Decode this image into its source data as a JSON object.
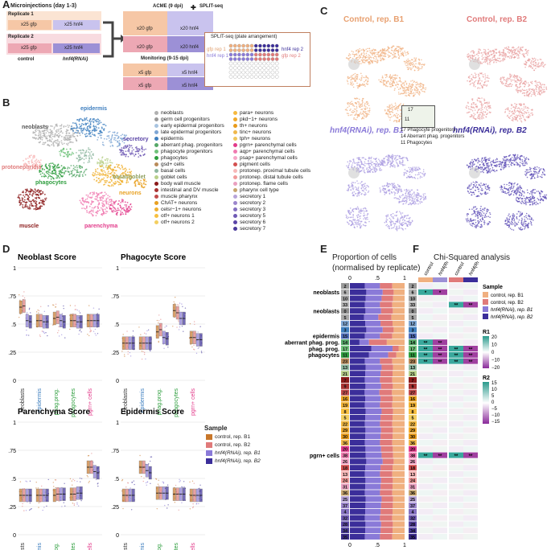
{
  "panelA": {
    "label": "A",
    "title": "Microinjections (day 1-3)",
    "rep1": "Replicate 1",
    "rep2": "Replicate 2",
    "gfp": "x25 gfp",
    "hnf4": "x25 hnf4",
    "control": "control",
    "rnai": "hnf4(RNAi)",
    "acme": "ACME (9 dpi)",
    "split": "SPLIT-seq",
    "x20gfp": "x20 gfp",
    "x20hnf4": "x20 hnf4",
    "monitoring": "Monitoring (9-15 dpi)",
    "x5gfp": "x5 gfp",
    "x5hnf4": "x5 hnf4",
    "plate_title": "SPLIT-seq   (plate arrangement)",
    "gfp_rep1": "gfp rep 1",
    "hnf4_rep1": "hnf4 rep 1",
    "hnf4_rep2": "hnf4 rep 2",
    "gfp_rep2": "gfp rep 2"
  },
  "panelB": {
    "label": "B",
    "clusters": [
      "neoblasts",
      "epidermis",
      "secretory",
      "protonephridia",
      "basal/goblet",
      "phagocytes",
      "neurons",
      "muscle",
      "parenchyma"
    ],
    "legend_col1": [
      "neoblasts",
      "germ cell progenitors",
      "early epidermal progenitors",
      "late epidermal progenitors",
      "epidermis",
      "aberrant phag. progenitors",
      "phagocyte progenitors",
      "phagocytes",
      "gsd+ cells",
      "basal cells",
      "goblet cells",
      "body wall muscle",
      "intestinal and DV muscle",
      "muscle pharynx",
      "ChAT+ neurons",
      "celsr−1+ neurons",
      "otf+ neurons 1",
      "otf+ neurons 2"
    ],
    "legend_col2": [
      "para+ neurons",
      "pkd−1+ neurons",
      "th+ neurons",
      "tinc+ neurons",
      "tph+ neurons",
      "pgrn+ parenchymal cells",
      "aqp+ parenchymal cells",
      "psap+ parenchymal cells",
      "pigment cells",
      "protonep. proximal tubule cells",
      "protonep. distal tubule cells",
      "protonep. flame cells",
      "pharynx cell type",
      "secretory 1",
      "secretory 2",
      "secretory 3",
      "secretory 5",
      "secretory 6",
      "secretory 7"
    ],
    "colors_col1": [
      "#b0b0b0",
      "#9a9a9a",
      "#a8c4e0",
      "#7ea6d4",
      "#3f7fbf",
      "#55a868",
      "#6fc27a",
      "#2e9e3e",
      "#b98b5a",
      "#8fb8a0",
      "#b8d08a",
      "#8b1a1a",
      "#a83232",
      "#c24b4b",
      "#e8a020",
      "#f0b030",
      "#f7c040",
      "#f3cf60"
    ],
    "colors_col2": [
      "#f5b93f",
      "#f2aa2a",
      "#e89a1a",
      "#efb84c",
      "#f0c75d",
      "#e23a8a",
      "#f07ab0",
      "#f6a6c8",
      "#d35050",
      "#f7b7b7",
      "#f19a9a",
      "#eaa0c0",
      "#c7a56d",
      "#b7a4d8",
      "#9b86cc",
      "#8470c0",
      "#6f5ab4",
      "#5b45a7",
      "#4a3a9a"
    ]
  },
  "panelC": {
    "label": "C",
    "titles": [
      "Control, rep. B1",
      "Control, rep. B2",
      "hnf4(RNAi), rep. B1",
      "hnf4(RNAi), rep. B2"
    ],
    "inset": [
      "17 Phagocyte progenitors",
      "14 Aberrant phag. progenitors",
      "11 Phagocytes"
    ],
    "inset_nums": [
      "17",
      "11"
    ]
  },
  "panelD": {
    "label": "D",
    "plots": [
      {
        "title": "Neoblast Score",
        "meds": [
          [
            0.65,
            0.66,
            0.53,
            0.52
          ],
          [
            0.53,
            0.53,
            0.52,
            0.52
          ],
          [
            0.55,
            0.56,
            0.53,
            0.52
          ],
          [
            0.53,
            0.53,
            0.52,
            0.52
          ],
          [
            0.53,
            0.53,
            0.53,
            0.53
          ]
        ]
      },
      {
        "title": "Phagocyte Score",
        "meds": [
          [
            0.33,
            0.33,
            0.33,
            0.33
          ],
          [
            0.33,
            0.33,
            0.33,
            0.33
          ],
          [
            0.43,
            0.45,
            0.38,
            0.37
          ],
          [
            0.62,
            0.6,
            0.55,
            0.55
          ],
          [
            0.38,
            0.38,
            0.36,
            0.36
          ]
        ]
      },
      {
        "title": "Parenchyma Score",
        "meds": [
          [
            0.35,
            0.35,
            0.35,
            0.35
          ],
          [
            0.35,
            0.35,
            0.35,
            0.35
          ],
          [
            0.35,
            0.36,
            0.36,
            0.36
          ],
          [
            0.36,
            0.36,
            0.37,
            0.37
          ],
          [
            0.6,
            0.6,
            0.56,
            0.55
          ]
        ]
      },
      {
        "title": "Epidermis Score",
        "meds": [
          [
            0.35,
            0.35,
            0.35,
            0.35
          ],
          [
            0.6,
            0.6,
            0.57,
            0.55
          ],
          [
            0.37,
            0.37,
            0.37,
            0.37
          ],
          [
            0.36,
            0.36,
            0.36,
            0.36
          ],
          [
            0.35,
            0.35,
            0.35,
            0.35
          ]
        ]
      }
    ],
    "yticks": [
      "1",
      ".75",
      ".5",
      ".25",
      "0"
    ],
    "xcats": [
      "neoblasts",
      "epidermis",
      "phag.prog.",
      "phagocytes",
      "pgrn+ cells"
    ],
    "xcat_colors": [
      "#333333",
      "#3f7fbf",
      "#2e9e3e",
      "#2e9e3e",
      "#e23a8a"
    ],
    "legend_title": "Sample",
    "legend": [
      "control, rep. B1",
      "control, rep. B2",
      "hnf4(RNAi), rep. B1",
      "hnf4(RNAi), rep. B2"
    ],
    "sample_colors": [
      "#c8772a",
      "#e07a7a",
      "#8a7ad8",
      "#3b2e9a"
    ]
  },
  "panelE": {
    "label": "E",
    "title1": "Proportion of cells",
    "title2": "(normalised by replicate)",
    "ticks": [
      "0",
      ".5",
      "1"
    ],
    "row_labels": [
      {
        "row": 1,
        "text": "neoblasts"
      },
      {
        "row": 4,
        "text": "neoblasts"
      },
      {
        "row": 8,
        "text": "epidermis"
      },
      {
        "row": 9,
        "text": "aberrant phag. prog."
      },
      {
        "row": 10,
        "text": "phag. prog."
      },
      {
        "row": 11,
        "text": "phagocytes"
      },
      {
        "row": 27,
        "text": "pgrn+ cells"
      }
    ],
    "cluster_ids": [
      "2",
      "6",
      "10",
      "33",
      "0",
      "5",
      "12",
      "3",
      "15",
      "14",
      "17",
      "11",
      "23",
      "13",
      "21",
      "7",
      "9",
      "27",
      "16",
      "19",
      "8",
      "5",
      "22",
      "29",
      "30",
      "36",
      "20",
      "38",
      "26",
      "18",
      "13",
      "24",
      "31",
      "36",
      "25",
      "37",
      "4",
      "32",
      "28",
      "34",
      "35"
    ],
    "proportions": [
      0.55,
      0.6,
      0.58,
      0.55,
      0.57,
      0.52,
      0.56,
      0.6,
      0.55,
      0.35,
      0.78,
      0.7,
      0.55,
      0.58,
      0.56,
      0.55,
      0.57,
      0.54,
      0.56,
      0.55,
      0.58,
      0.56,
      0.55,
      0.57,
      0.56,
      0.55,
      0.57,
      0.58,
      0.6,
      0.56,
      0.55,
      0.57,
      0.56,
      0.55,
      0.58,
      0.57,
      0.56,
      0.55,
      0.57,
      0.56,
      0.55
    ]
  },
  "panelF": {
    "label": "F",
    "title": "Chi-Squared analysis",
    "col_labels": [
      "control",
      "hnf4(RNAi)",
      "control",
      "hnf4(RNAi)"
    ],
    "cluster_ids": [
      "2",
      "6",
      "10",
      "33",
      "0",
      "5",
      "12",
      "3",
      "15",
      "14",
      "17",
      "11",
      "23",
      "13",
      "21",
      "7",
      "9",
      "27",
      "16",
      "19",
      "8",
      "5",
      "22",
      "29",
      "30",
      "36",
      "20",
      "38",
      "26",
      "18",
      "13",
      "24",
      "31",
      "36",
      "25",
      "37",
      "4",
      "32",
      "28",
      "34",
      "35"
    ],
    "stars": [
      {
        "row": 1,
        "col": 0,
        "text": "*"
      },
      {
        "row": 1,
        "col": 1,
        "text": "*"
      },
      {
        "row": 3,
        "col": 2,
        "text": "**"
      },
      {
        "row": 3,
        "col": 3,
        "text": "**"
      },
      {
        "row": 9,
        "col": 0,
        "text": "**"
      },
      {
        "row": 9,
        "col": 1,
        "text": "**"
      },
      {
        "row": 10,
        "col": 0,
        "text": "**"
      },
      {
        "row": 10,
        "col": 1,
        "text": "**"
      },
      {
        "row": 10,
        "col": 2,
        "text": "**"
      },
      {
        "row": 10,
        "col": 3,
        "text": "**"
      },
      {
        "row": 11,
        "col": 0,
        "text": "**"
      },
      {
        "row": 11,
        "col": 1,
        "text": "**"
      },
      {
        "row": 11,
        "col": 2,
        "text": "**"
      },
      {
        "row": 11,
        "col": 3,
        "text": "**"
      },
      {
        "row": 12,
        "col": 0,
        "text": "**"
      },
      {
        "row": 12,
        "col": 1,
        "text": "**"
      },
      {
        "row": 12,
        "col": 2,
        "text": "**"
      },
      {
        "row": 12,
        "col": 3,
        "text": "**"
      },
      {
        "row": 27,
        "col": 0,
        "text": "**"
      },
      {
        "row": 27,
        "col": 1,
        "text": "**"
      },
      {
        "row": 27,
        "col": 2,
        "text": "**"
      },
      {
        "row": 27,
        "col": 3,
        "text": "**"
      }
    ],
    "legend_sample_title": "Sample",
    "legend_samples": [
      "control, rep. B1",
      "control, rep. B2",
      "hnf4(RNAi), rep. B1",
      "hnf4(RNAi), rep. B2"
    ],
    "r1_title": "R1",
    "r1_ticks": [
      "20",
      "10",
      "0",
      "−10",
      "−20"
    ],
    "r2_title": "R2",
    "r2_ticks": [
      "15",
      "10",
      "5",
      "0",
      "−5",
      "−10",
      "−15"
    ]
  }
}
